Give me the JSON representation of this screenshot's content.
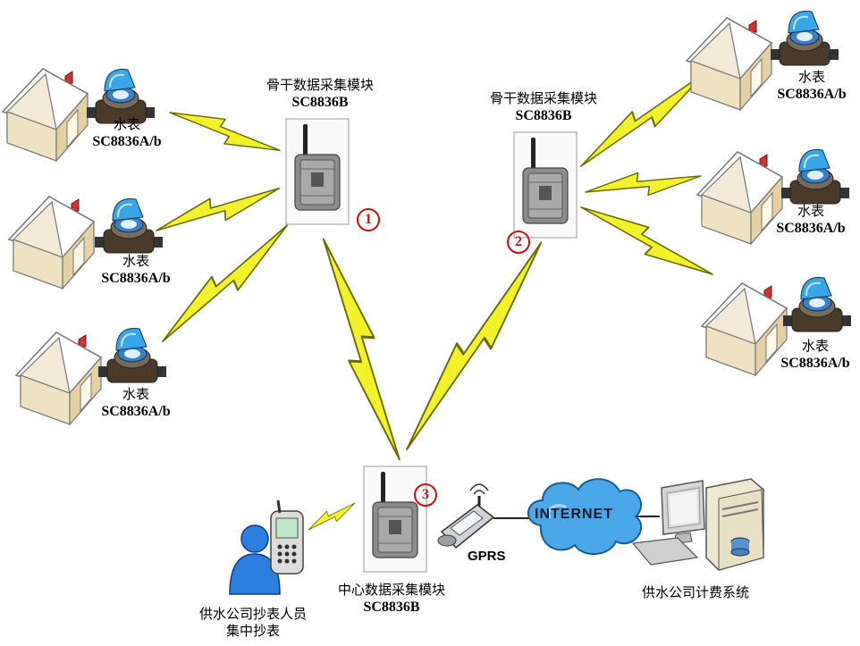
{
  "collector_1": {
    "title": "骨干数据采集模块",
    "model": "SC8836B",
    "number": "1"
  },
  "collector_2": {
    "title": "骨干数据采集模块",
    "model": "SC8836B",
    "number": "2"
  },
  "collector_3": {
    "title": "中心数据采集模块",
    "model": "SC8836B",
    "number": "3"
  },
  "water_meters": [
    {
      "label": "水表",
      "model": "SC8836A/b"
    },
    {
      "label": "水表",
      "model": "SC8836A/b"
    },
    {
      "label": "水表",
      "model": "SC8836A/b"
    },
    {
      "label": "水表",
      "model": "SC8836A/b"
    },
    {
      "label": "水表",
      "model": "SC8836A/b"
    },
    {
      "label": "水表",
      "model": "SC8836A/b"
    }
  ],
  "gprs_label": "GPRS",
  "internet_label": "INTERNET",
  "reader": {
    "line1": "供水公司抄表人员",
    "line2": "集中抄表"
  },
  "billing_system": "供水公司计费系统",
  "colors": {
    "lightning": "#f2f22a",
    "lightning_outline": "#6b6b00",
    "circle_number": "#d01010",
    "cloud": "#4aa8e8"
  }
}
